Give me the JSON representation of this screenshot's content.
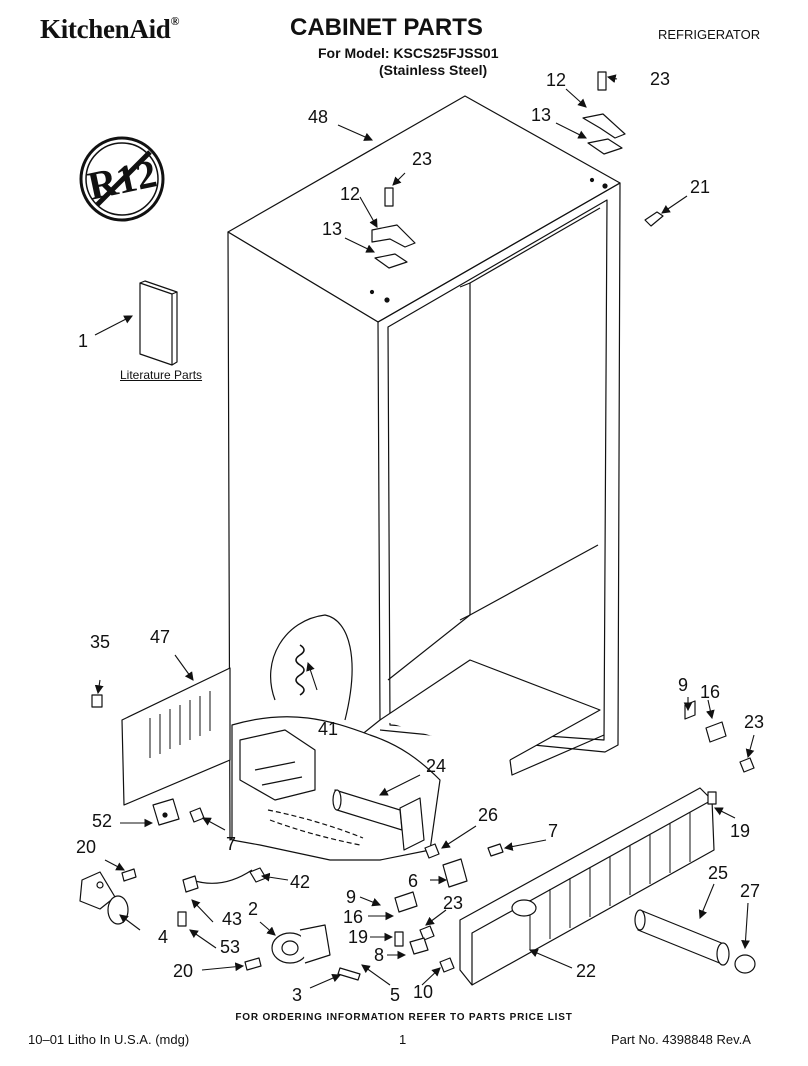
{
  "header": {
    "brand": "KitchenAid",
    "brand_mark": "®",
    "title": "CABINET PARTS",
    "model_line": "For Model: KSCS25FJSS01",
    "finish_line": "(Stainless Steel)",
    "category": "REFRIGERATOR"
  },
  "badge": {
    "text": "R12"
  },
  "literature_label": "Literature Parts",
  "callouts": [
    "1",
    "2",
    "3",
    "4",
    "5",
    "6",
    "7",
    "7",
    "8",
    "9",
    "9",
    "10",
    "12",
    "12",
    "13",
    "13",
    "16",
    "16",
    "19",
    "19",
    "20",
    "20",
    "21",
    "22",
    "23",
    "23",
    "23",
    "23",
    "24",
    "25",
    "26",
    "27",
    "35",
    "41",
    "42",
    "43",
    "47",
    "48",
    "52",
    "53"
  ],
  "footer": {
    "order_note": "FOR ORDERING INFORMATION REFER TO PARTS PRICE LIST",
    "litho": "10–01 Litho In U.S.A. (mdg)",
    "page": "1",
    "part_no": "Part No. 4398848 Rev.A"
  }
}
